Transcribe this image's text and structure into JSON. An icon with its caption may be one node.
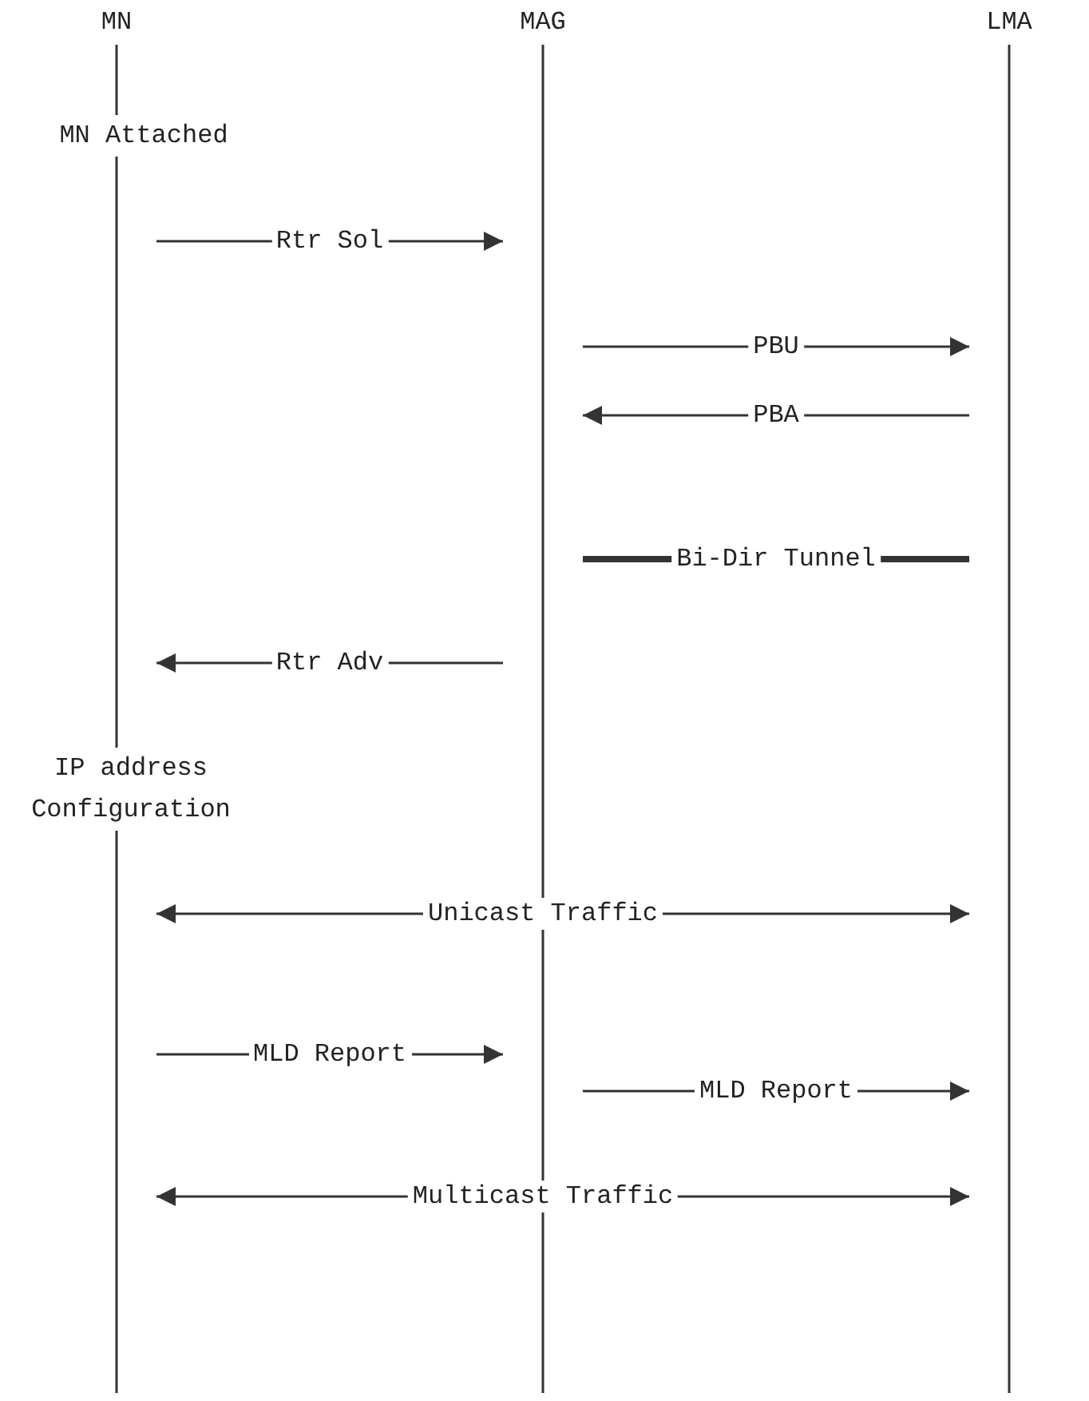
{
  "diagram": {
    "nodes": [
      {
        "text": [
          "MN"
        ]
      },
      {
        "text": [
          "MAG"
        ]
      },
      {
        "text": [
          "LMA"
        ]
      }
    ],
    "edges": [
      {
        "from": 0,
        "to": 1,
        "arrow": "to",
        "label": "Rtr Sol"
      },
      {
        "from": 1,
        "to": 2,
        "arrow": "to",
        "label": "PBU"
      },
      {
        "from": 2,
        "to": 1,
        "arrow": "to",
        "label": "PBA"
      },
      {
        "from": 1,
        "to": 2,
        "arrow": "none",
        "label": "Bi-Dir Tunnel",
        "style": "thick"
      },
      {
        "from": 1,
        "to": 0,
        "arrow": "to",
        "label": "Rtr Adv"
      },
      {
        "from": 0,
        "to": 2,
        "arrow": "both",
        "label": "Unicast Traffic"
      },
      {
        "from": 0,
        "to": 1,
        "arrow": "to",
        "label": "MLD Report"
      },
      {
        "from": 1,
        "to": 2,
        "arrow": "to",
        "label": "MLD Report"
      },
      {
        "from": 0,
        "to": 2,
        "arrow": "both",
        "label": "Multicast Traffic"
      }
    ],
    "labels": [
      "MN Attached",
      "IP address Configuration"
    ]
  }
}
